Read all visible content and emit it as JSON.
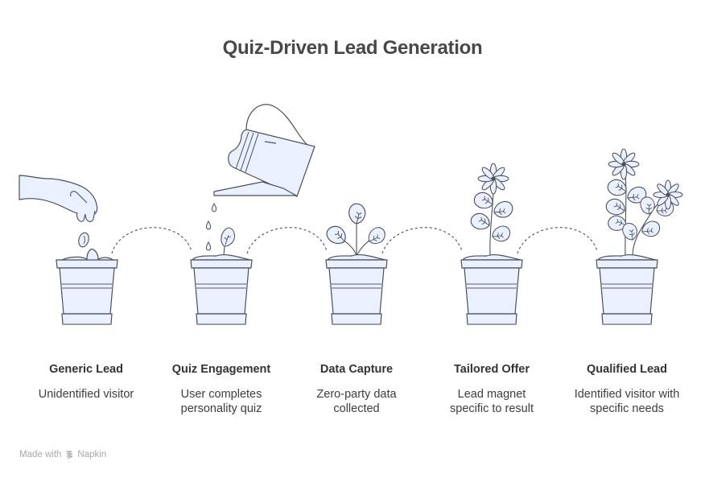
{
  "title": "Quiz-Driven Lead Generation",
  "colors": {
    "fill": "#eaf0fd",
    "stroke": "#4a4f5a",
    "band": "#8b8e96",
    "title": "#484848",
    "footer": "#a8a8a8"
  },
  "steps": [
    {
      "title": "Generic Lead",
      "description_lines": [
        "Unidentified visitor"
      ],
      "illustration": "hand-dropping-seeds-pot"
    },
    {
      "title": "Quiz Engagement",
      "description_lines": [
        "User completes",
        "personality quiz"
      ],
      "illustration": "watering-can-sprout-pot"
    },
    {
      "title": "Data Capture",
      "description_lines": [
        "Zero-party data",
        "collected"
      ],
      "illustration": "three-leaf-plant-pot"
    },
    {
      "title": "Tailored Offer",
      "description_lines": [
        "Lead magnet",
        "specific to result"
      ],
      "illustration": "single-flower-plant-pot"
    },
    {
      "title": "Qualified Lead",
      "description_lines": [
        "Identified visitor with",
        "specific needs"
      ],
      "illustration": "two-flower-plant-pot"
    }
  ],
  "connectors": [
    "dashed-arc",
    "dashed-arc",
    "dashed-arc",
    "dashed-arc"
  ],
  "footer": {
    "prefix": "Made with",
    "brand": "Napkin",
    "icon": "napkin-logo-icon"
  }
}
